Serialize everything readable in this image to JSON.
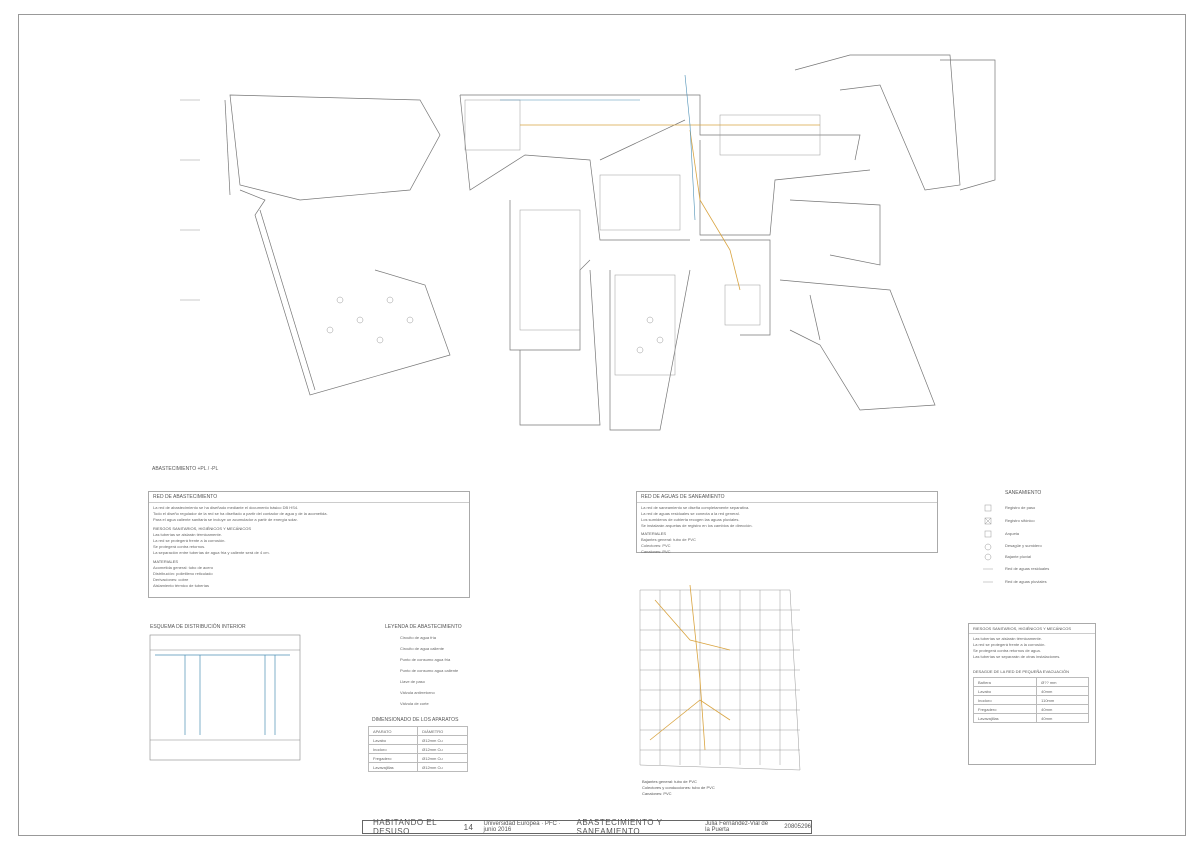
{
  "plan_label": "ABASTECIMIENTO +PL / -PL",
  "box_left": {
    "head": "RED DE ABASTECIMIENTO",
    "p1": "La red de abastecimiento se ha diseñado mediante el documento básico DB HS4.",
    "p2": "Todo el diseño regulador de la red se ha diseñado a partir del contador de agua y de la acometida.",
    "p3": "Para el agua caliente sanitaria se incluye un acumulador a partir de energía solar.",
    "sub1": "RIESGOS SANITARIOS, HIGIÉNICOS Y MECÁNICOS",
    "s1a": "Las tuberías se aislarán térmicamente.",
    "s1b": "La red se protegerá frente a la corrosión.",
    "s1c": "Se protegerá contra retornos.",
    "s1d": "La separación entre tuberías de agua fría y caliente será de 4 cm.",
    "sub2": "MATERIALES",
    "m1": "Acometida general: tubo de acero",
    "m2": "Distribución: polietileno reticulado",
    "m3": "Derivaciones: cobre",
    "m4": "Aislamiento térmico de tuberías"
  },
  "box_mid": {
    "head": "RED DE AGUAS DE SANEAMIENTO",
    "p1": "La red de saneamiento se diseña completamente separativa.",
    "p2": "La red de aguas residuales se conecta a la red general.",
    "p3": "Los sumideros de cubierta recogen las aguas pluviales.",
    "p4": "Se instalarán arquetas de registro en los cambios de dirección.",
    "sub": "MATERIALES",
    "m1": "Bajantes general: tubo de PVC",
    "m2": "Colectores: PVC",
    "m3": "Canalones: PVC"
  },
  "mid_notes": {
    "m1": "Bajantes general: tubo de PVC",
    "m2": "Colectores y conducciones: tubo de PVC",
    "m3": "Canalones: PVC"
  },
  "legend_right": {
    "title": "SANEAMIENTO",
    "items": [
      "Registro de paso",
      "Registro sifónico",
      "Arqueta",
      "Desagüe y sumidero",
      "Bajante pluvial",
      "Red de aguas residuales",
      "Red de aguas pluviales"
    ]
  },
  "legend_mid": {
    "title": "LEYENDA DE ABASTECIMIENTO",
    "items": [
      "Circuito de agua fría",
      "Circuito de agua caliente",
      "Punto de consumo agua fría",
      "Punto de consumo agua caliente",
      "Llave de paso",
      "Válvula antirretorno",
      "Válvula de corte"
    ]
  },
  "table_mid": {
    "title": "DIMENSIONADO DE LOS APARATOS",
    "rows": [
      [
        "APARATO",
        "DIÁMETRO"
      ],
      [
        "Lavabo",
        "Ø12mm Cu"
      ],
      [
        "Inodoro",
        "Ø12mm Cu"
      ],
      [
        "Fregadero",
        "Ø12mm Cu"
      ],
      [
        "Lavavajillas",
        "Ø12mm Cu"
      ]
    ]
  },
  "box_right": {
    "head": "RIESGOS SANITARIOS, HIGIÉNICOS Y MECÁNICOS",
    "p1": "Las tuberías se aislarán térmicamente.",
    "p2": "La red se protegerá frente a la corrosión.",
    "p3": "Se protegerá contra retornos de agua.",
    "p4": "Las tuberías se separarán de otras instalaciones."
  },
  "table_right": {
    "title": "DESAGÜE DE LA RED DE PEQUEÑA EVACUACIÓN",
    "rows": [
      [
        "Bañera",
        "Ø?? mm"
      ],
      [
        "Lavabo",
        "40mm"
      ],
      [
        "Inodoro",
        "110mm"
      ],
      [
        "Fregadero",
        "40mm"
      ],
      [
        "Lavavajillas",
        "40mm"
      ]
    ]
  },
  "section_label": "ESQUEMA DE DISTRIBUCIÓN INTERIOR",
  "footer": {
    "project": "HABITANDO EL DESUSO",
    "num": "14",
    "info": "Universidad Europea · PFC · junio 2016",
    "sheet": "ABASTECIMIENTO Y SANEAMIENTO",
    "author": "Julia Fernández-Vial de la Puerta",
    "code": "20805296"
  }
}
